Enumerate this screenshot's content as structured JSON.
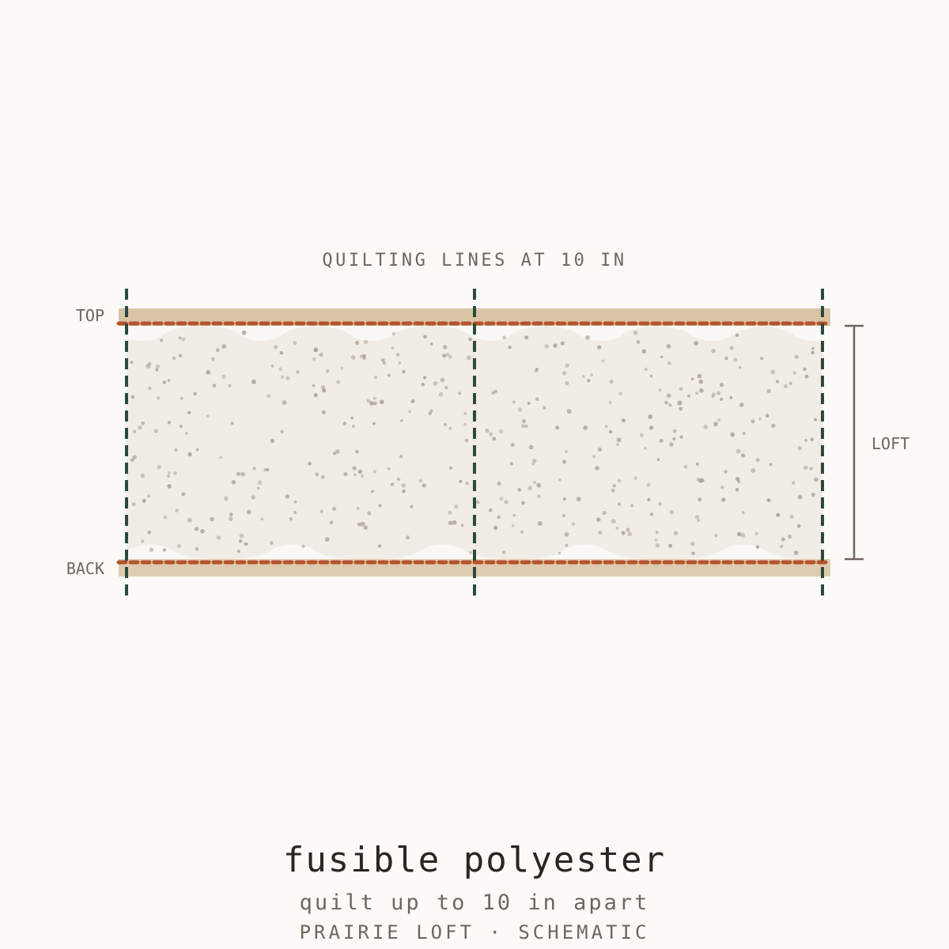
{
  "diagram": {
    "header": "QUILTING LINES AT 10 IN",
    "label_top": "TOP",
    "label_back": "BACK",
    "label_loft": "LOFT"
  },
  "footer": {
    "title": "fusible polyester",
    "subtitle": "quilt up to 10 in apart",
    "brand": "PRAIRIE LOFT · SCHEMATIC"
  },
  "colors": {
    "background": "#fbfaf6",
    "fabric_layer": "#d9c4a6",
    "batting": "#f1ece6",
    "fiber_dots": "#a69c93",
    "stitch_horizontal": "#b5532e",
    "stitch_vertical": "#2c4a3c",
    "text_muted": "#6f6660",
    "text_dark": "#2a2622"
  },
  "icons": {
    "loft_bracket": "dimension-bracket-icon"
  }
}
